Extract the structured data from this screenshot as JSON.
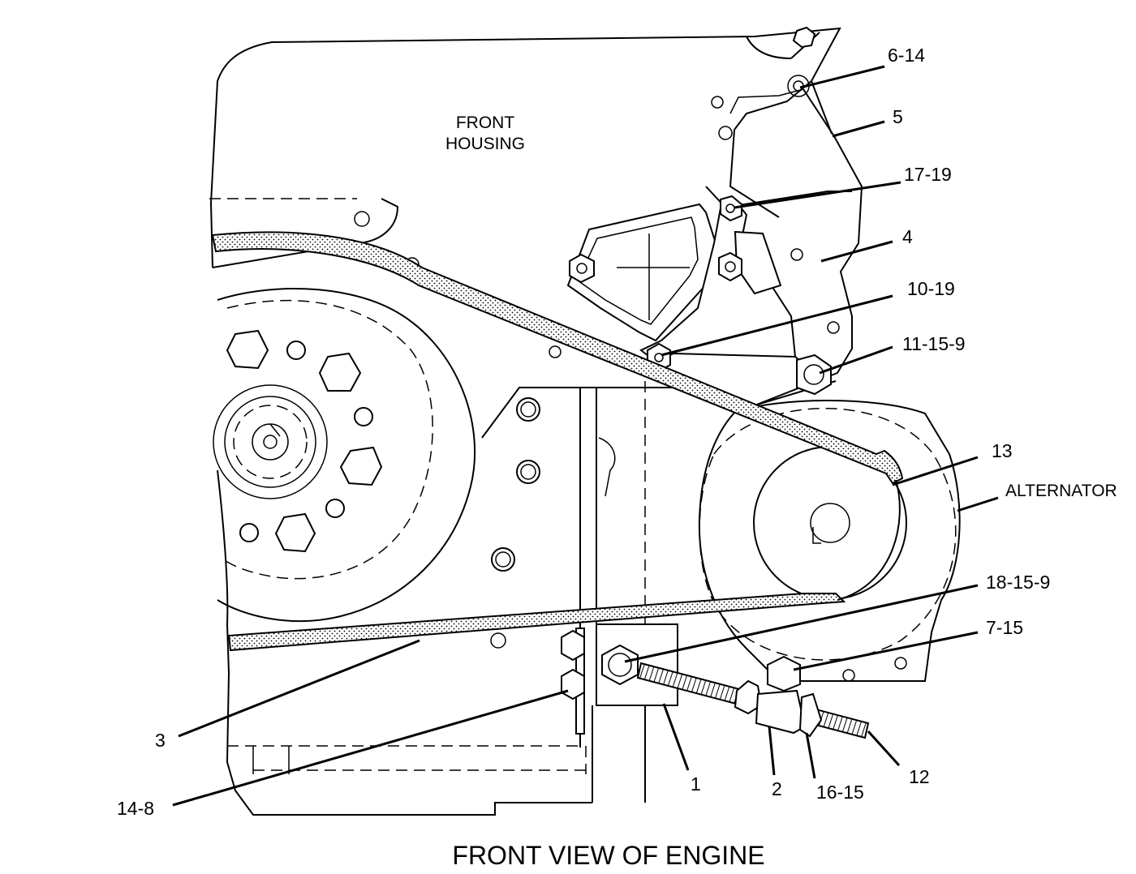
{
  "labels": {
    "front_housing_line1": "FRONT",
    "front_housing_line2": "HOUSING",
    "alternator": "ALTERNATOR",
    "caption": "FRONT VIEW OF ENGINE"
  },
  "callouts": {
    "c_6_14": "6-14",
    "c_5": "5",
    "c_17_19": "17-19",
    "c_4": "4",
    "c_10_19": "10-19",
    "c_11_15_9": "11-15-9",
    "c_13": "13",
    "c_18_15_9": "18-15-9",
    "c_7_15": "7-15",
    "c_3": "3",
    "c_14_8": "14-8",
    "c_1": "1",
    "c_2": "2",
    "c_16_15": "16-15",
    "c_12": "12"
  }
}
